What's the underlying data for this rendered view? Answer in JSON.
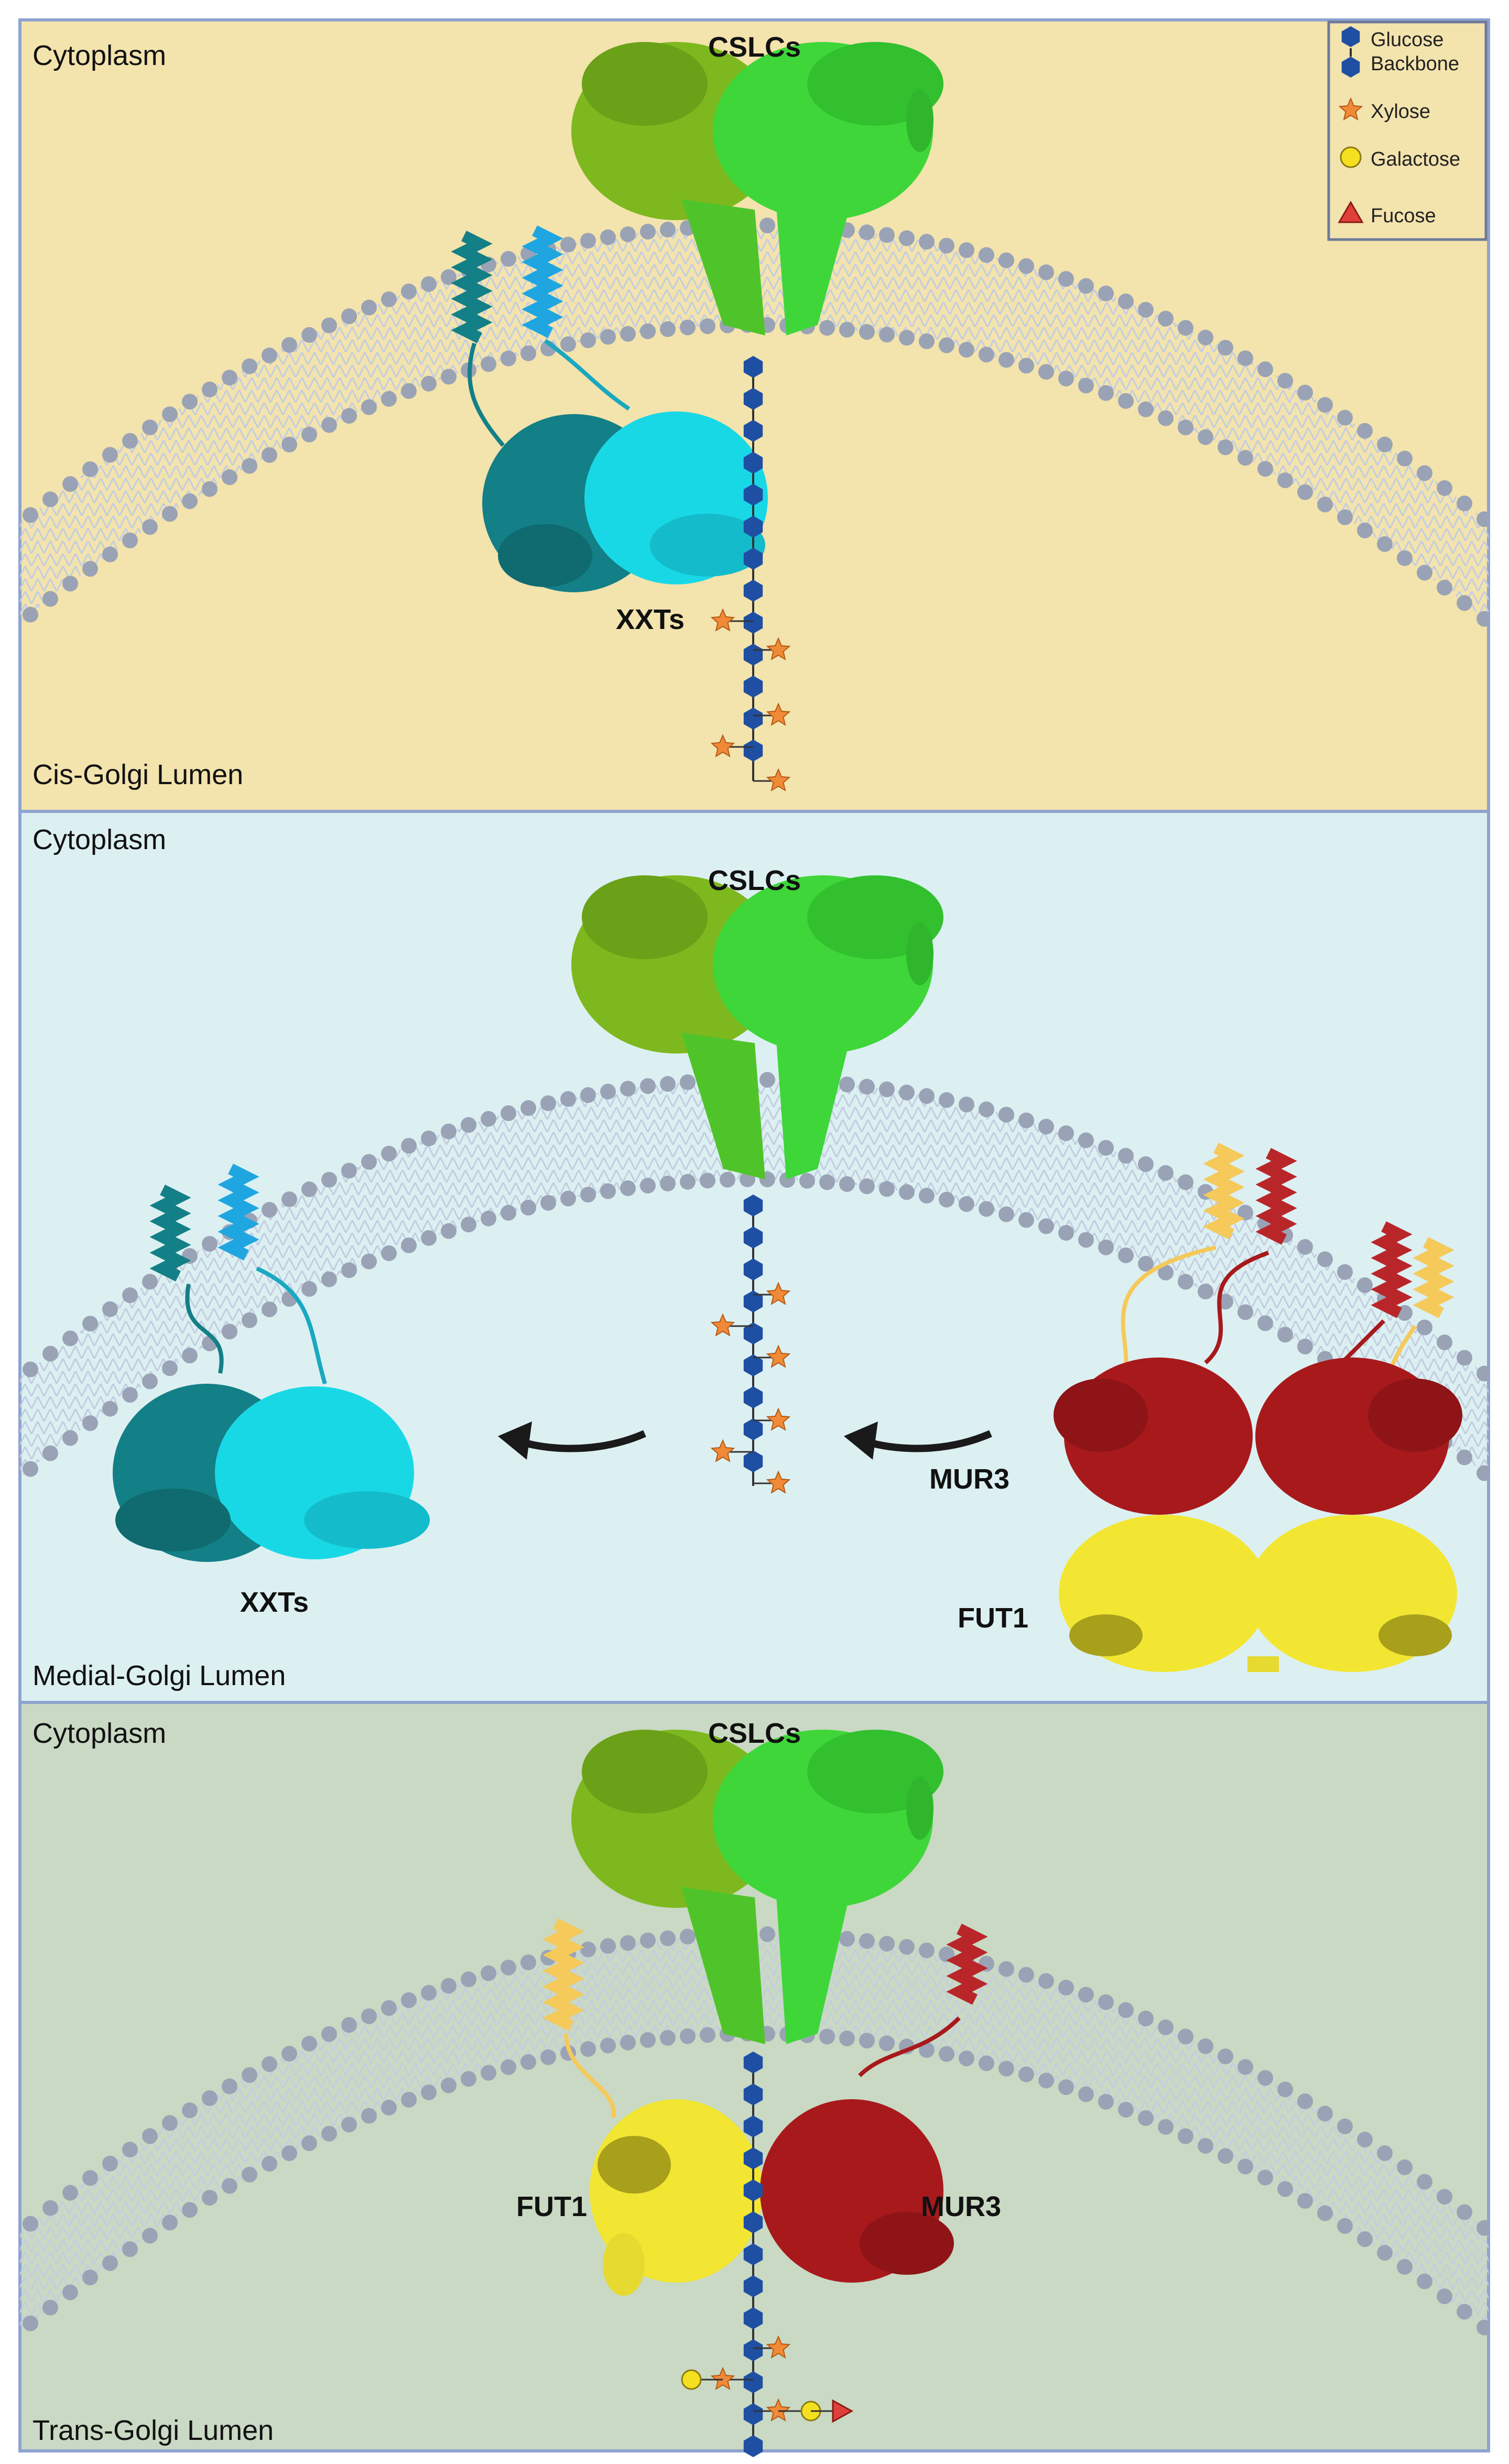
{
  "legend": {
    "items": [
      {
        "label_line1": "Glucose",
        "label_line2": "Backbone",
        "icon": "glucose-hexagon-icon",
        "color": "#1f4fa3"
      },
      {
        "label_line1": "Xylose",
        "icon": "xylose-star-icon",
        "color": "#f08a36"
      },
      {
        "label_line1": "Galactose",
        "icon": "galactose-circle-icon",
        "color": "#f5e020"
      },
      {
        "label_line1": "Fucose",
        "icon": "fucose-triangle-icon",
        "color": "#e0403a"
      }
    ]
  },
  "panels": [
    {
      "top_label": "Cytoplasm",
      "bottom_label": "Cis-Golgi Lumen",
      "background": "#f3e3ad",
      "proteins": {
        "cslc": "CSLCs",
        "xxt": "XXTs"
      }
    },
    {
      "top_label": "Cytoplasm",
      "bottom_label": "Medial-Golgi Lumen",
      "background": "#dcf0f2",
      "proteins": {
        "cslc": "CSLCs",
        "xxt": "XXTs",
        "mur3": "MUR3",
        "fut1": "FUT1"
      }
    },
    {
      "top_label": "Cytoplasm",
      "bottom_label": "Trans-Golgi Lumen",
      "background": "#c9d9c3",
      "proteins": {
        "cslc": "CSLCs",
        "fut1": "FUT1",
        "mur3": "MUR3"
      }
    }
  ],
  "colors": {
    "membrane_head": "#9aa3b5",
    "membrane_tail": "#c3cde0",
    "cslc_a": "#7db81e",
    "cslc_b": "#3fd63a",
    "xxt_a": "#137f86",
    "xxt_b": "#19d8e6",
    "mur3": "#a8191c",
    "fut1": "#f2e632",
    "arrow": "#1a1a1a"
  }
}
